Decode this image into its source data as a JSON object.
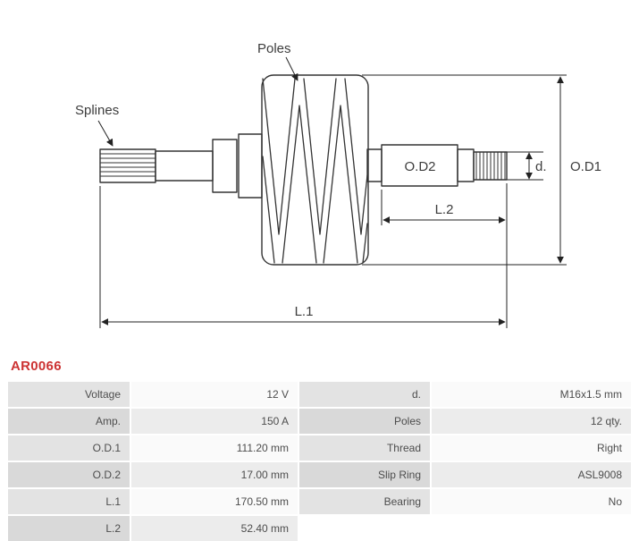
{
  "part_number": "AR0066",
  "colors": {
    "part_number": "#cc3333",
    "text": "#4d4d4d",
    "line": "#333333",
    "dim": "#222222",
    "label_bg": "#e3e3e3",
    "label_bg_alt": "#d9d9d9",
    "value_bg": "#fafafa",
    "value_bg_alt": "#ececec"
  },
  "diagram": {
    "labels": {
      "poles": "Poles",
      "splines": "Splines",
      "od2": "O.D2",
      "d": "d.",
      "od1": "O.D1",
      "l2": "L.2",
      "l1": "L.1"
    }
  },
  "table": {
    "rows": [
      {
        "label_left": "Voltage",
        "value_left": "12 V",
        "label_right": "d.",
        "value_right": "M16x1.5 mm"
      },
      {
        "label_left": "Amp.",
        "value_left": "150 A",
        "label_right": "Poles",
        "value_right": "12 qty."
      },
      {
        "label_left": "O.D.1",
        "value_left": "111.20 mm",
        "label_right": "Thread",
        "value_right": "Right"
      },
      {
        "label_left": "O.D.2",
        "value_left": "17.00 mm",
        "label_right": "Slip Ring",
        "value_right": "ASL9008"
      },
      {
        "label_left": "L.1",
        "value_left": "170.50 mm",
        "label_right": "Bearing",
        "value_right": "No"
      },
      {
        "label_left": "L.2",
        "value_left": "52.40 mm",
        "label_right": "",
        "value_right": ""
      }
    ]
  }
}
